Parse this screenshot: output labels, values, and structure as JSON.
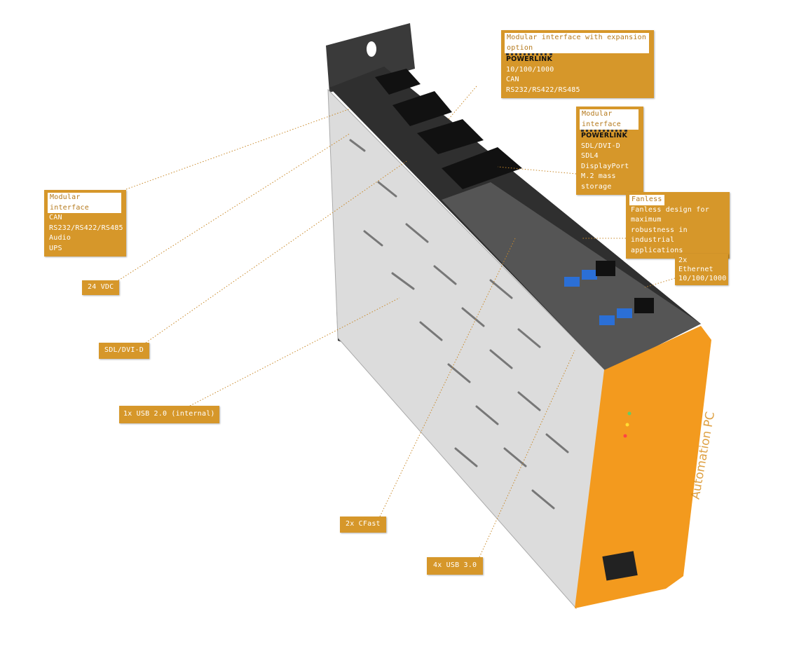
{
  "labels": {
    "exp": {
      "title": "Modular interface with expansion option",
      "logo": "POWERLINK",
      "lines": [
        "10/100/1000",
        "CAN",
        "RS232/RS422/RS485"
      ]
    },
    "mod": {
      "title": "Modular interface",
      "logo": "POWERLINK",
      "lines": [
        "SDL/DVI-D",
        "SDL4",
        "DisplayPort",
        "M.2 mass storage"
      ]
    },
    "fanless": {
      "title": "Fanless",
      "lines": [
        "Fanless design for maximum",
        "robustness in industrial",
        "applications"
      ]
    },
    "eth": {
      "lines": [
        "2x Ethernet",
        "10/100/1000"
      ]
    },
    "left": {
      "title": "Modular interface",
      "lines": [
        "CAN",
        "RS232/RS422/RS485",
        "Audio",
        "UPS"
      ]
    },
    "vdc": "24 VDC",
    "sdl": "SDL/DVI-D",
    "usb2": "1x USB 2.0 (internal)",
    "cfast": "2x CFast",
    "usb3": "4x USB 3.0"
  },
  "device": {
    "brand": "Automation PC"
  },
  "colors": {
    "label": "#d6972a",
    "orange": "#f39a1e",
    "silver": "#d9d9d9",
    "dark": "#2a2a2a"
  }
}
